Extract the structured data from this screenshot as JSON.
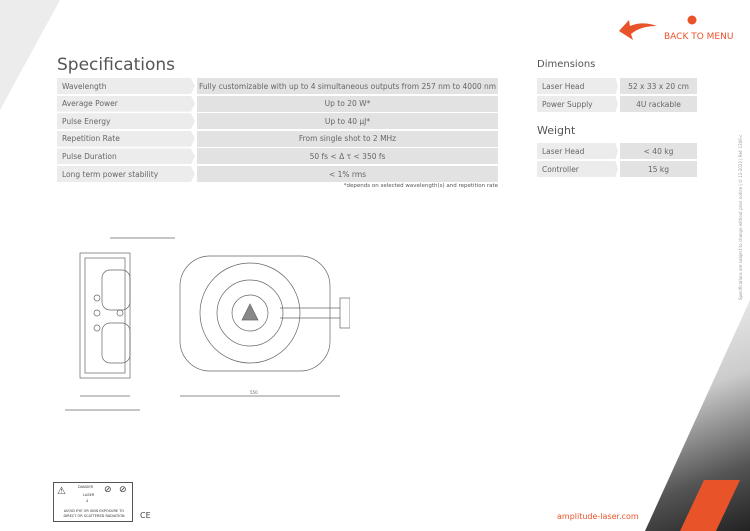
{
  "nav": {
    "back_label": "BACK TO MENU"
  },
  "specs": {
    "title": "Specifications",
    "rows": [
      {
        "label": "Wavelength",
        "value": "Fully customizable with up to 4 simultaneous outputs from 257 nm to 4000 nm"
      },
      {
        "label": "Average Power",
        "value": "Up to 20 W*"
      },
      {
        "label": "Pulse Energy",
        "value": "Up to 40 µJ*"
      },
      {
        "label": "Repetition Rate",
        "value": "From single shot to 2 MHz"
      },
      {
        "label": "Pulse Duration",
        "value": "50 fs < Δ τ  < 350 fs"
      },
      {
        "label": "Long term power stability",
        "value": "< 1% rms"
      }
    ],
    "footnote": "*depends on selected wavelength(s) and repetition rate"
  },
  "dimensions": {
    "title": "Dimensions",
    "rows": [
      {
        "label": "Laser Head",
        "value": "52 x 33 x 20 cm"
      },
      {
        "label": "Power Supply",
        "value": "4U rackable"
      }
    ]
  },
  "weight": {
    "title": "Weight",
    "rows": [
      {
        "label": "Laser Head",
        "value": "< 40 kg"
      },
      {
        "label": "Controller",
        "value": "15 kg"
      }
    ]
  },
  "side_note": "Specifications are subject to change without prior notice | © 12-2022 | Ref. 1306-c",
  "safety": {
    "danger": "DANGER",
    "laser": "LASER",
    "class": "4",
    "warning1": "AVOID EYE OR SKIN EXPOSURE TO",
    "warning2": "DIRECT OR SCATTERED RADIATION",
    "ce": "CE"
  },
  "footer": {
    "url": "amplitude-laser.com"
  },
  "colors": {
    "accent": "#e8532a"
  }
}
